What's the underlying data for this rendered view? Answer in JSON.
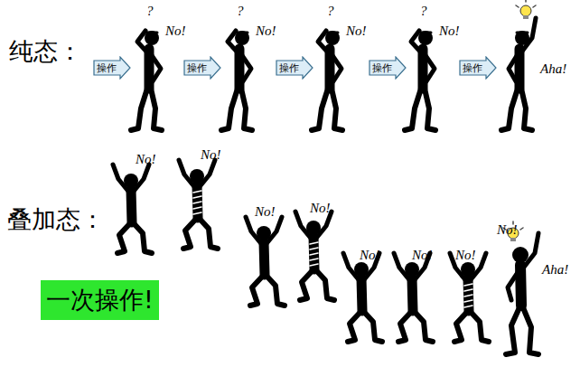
{
  "diagram": {
    "nodes": [
      {
        "text": [
          "操作"
        ]
      },
      {
        "text": [
          "操作"
        ]
      },
      {
        "text": [
          "操作"
        ]
      },
      {
        "text": [
          "操作"
        ]
      },
      {
        "text": [
          "操作"
        ]
      },
      {
        "text": [
          "一次操作!"
        ]
      }
    ],
    "labels": [
      "纯态：",
      "?",
      "No!",
      "?",
      "No!",
      "?",
      "No!",
      "?",
      "No!",
      "Aha!",
      "叠加态：",
      "No!",
      "No!",
      "No!",
      "No!",
      "No!",
      "No!",
      "No!",
      "No!",
      "Aha!"
    ]
  }
}
